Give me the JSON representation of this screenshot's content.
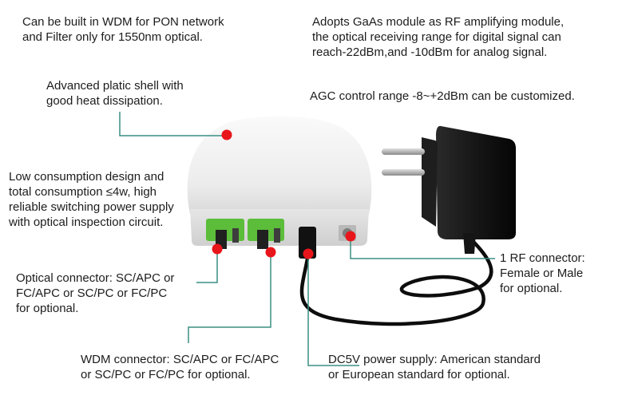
{
  "annotations": {
    "wdm_filter": "Can be built in WDM for PON network\nand Filter only for 1550nm optical.",
    "gaas_module": "Adopts GaAs module as RF amplifying module,\nthe optical receiving range for digital signal can\nreach-22dBm,and -10dBm for analog signal.",
    "plastic_shell": "Advanced platic shell with\ngood heat dissipation.",
    "agc_range": "AGC control range -8~+2dBm can be customized.",
    "low_consumption": "Low consumption design and\ntotal consumption ≤4w, high\nreliable switching power supply\nwith optical inspection circuit.",
    "optical_connector": "Optical connector: SC/APC or\nFC/APC or SC/PC or FC/PC\nfor optional.",
    "rf_connector": "1 RF connector:\nFemale or Male\nfor optional.",
    "wdm_connector": "WDM connector: SC/APC or FC/APC\nor SC/PC or FC/PC for optional.",
    "dc_power": "DC5V power supply: American standard\nor European standard for optional."
  },
  "colors": {
    "leader_line": "#3a8f82",
    "marker": "#e8151b",
    "device_shell": "#f1f1f1",
    "connector_green": "#5bbd3a",
    "adapter_black": "#1b1b1b"
  }
}
